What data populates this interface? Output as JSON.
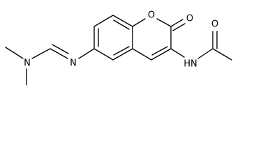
{
  "structure": {
    "atoms": [
      {
        "id": "N1",
        "label": "N"
      },
      {
        "id": "N2",
        "label": "N"
      },
      {
        "id": "O_ring",
        "label": "O"
      },
      {
        "id": "O_lactone",
        "label": "O"
      },
      {
        "id": "N_amide",
        "label": "HN"
      },
      {
        "id": "O_amide",
        "label": "O"
      }
    ]
  },
  "colors": {
    "bond": "#000000",
    "background": "#ffffff"
  }
}
